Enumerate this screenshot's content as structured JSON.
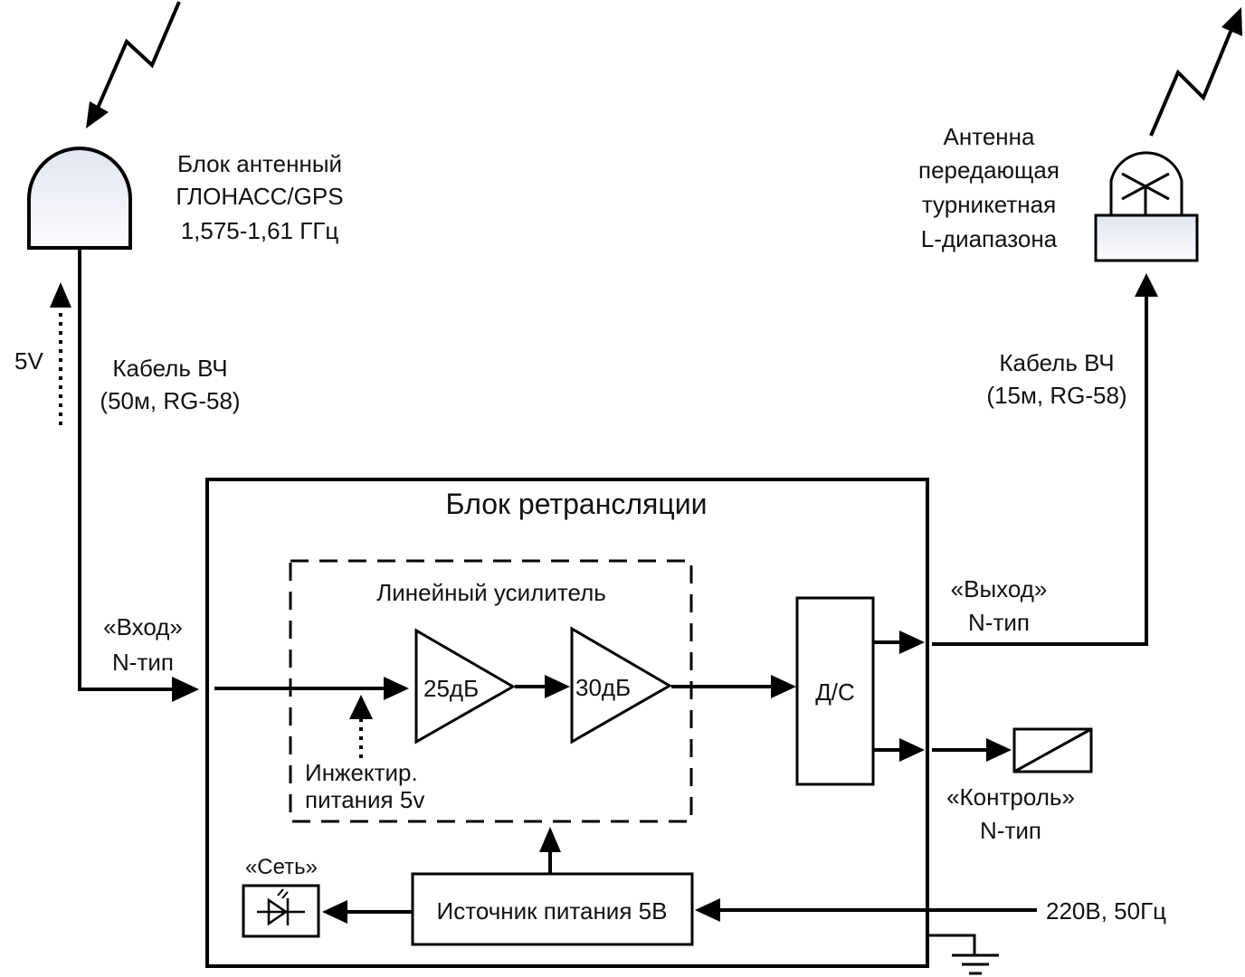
{
  "diagram": {
    "title": "Блок ретрансляции",
    "receive_antenna": {
      "label_lines": [
        "Блок антенный",
        "ГЛОНАСС/GPS",
        "1,575-1,61 ГГц"
      ]
    },
    "transmit_antenna": {
      "label_lines": [
        "Антенна",
        "передающая",
        "турникетная",
        "L-диапазона"
      ]
    },
    "cable_in": {
      "label_lines": [
        "Кабель ВЧ",
        "(50м, RG-58)"
      ],
      "power_label": "5V"
    },
    "cable_out": {
      "label_lines": [
        "Кабель ВЧ",
        "(15м, RG-58)"
      ]
    },
    "input_port": {
      "label_lines": [
        "«Вход»",
        "N-тип"
      ]
    },
    "output_port": {
      "label_lines": [
        "«Выход»",
        "N-тип"
      ]
    },
    "control_port": {
      "label_lines": [
        "«Контроль»",
        "N-тип"
      ]
    },
    "amplifier_group": {
      "label": "Линейный усилитель",
      "stages": [
        {
          "label": "25дБ"
        },
        {
          "label": "30дБ"
        }
      ],
      "injector_label_lines": [
        "Инжектир.",
        "питания 5v"
      ]
    },
    "splitter": {
      "label": "Д/С"
    },
    "power_supply": {
      "label": "Источник питания 5В"
    },
    "network_indicator": {
      "label": "«Сеть»"
    },
    "mains": {
      "label": "220В, 50Гц"
    }
  }
}
